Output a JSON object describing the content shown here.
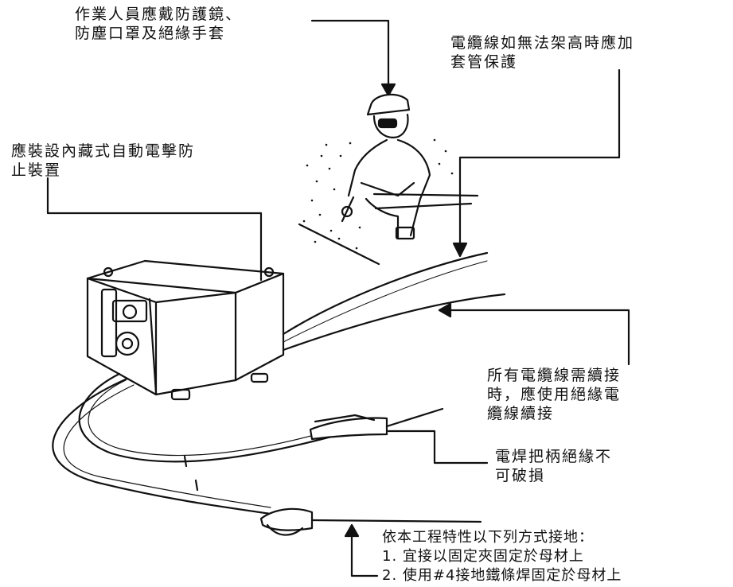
{
  "labels": {
    "goggles": {
      "line1": "作業人員應戴防護鏡、",
      "line2": "防塵口罩及絕緣手套"
    },
    "cable_sleeve": {
      "line1": "電纜線如無法架高時應加",
      "line2": "套管保護"
    },
    "shock_device": {
      "line1": "應裝設內藏式自動電擊防",
      "line2": "止裝置"
    },
    "cable_joint": {
      "line1": "所有電纜線需續接",
      "line2": "時，應使用絕緣電",
      "line3": "纜線續接"
    },
    "holder": {
      "line1": "電焊把柄絕緣不",
      "line2": "可破損"
    },
    "grounding": {
      "line1": "依本工程特性以下列方式接地：",
      "line2": "1. 宜接以固定夾固定於母材上",
      "line3": "2. 使用#4接地鐵條焊固定於母材上"
    }
  },
  "colors": {
    "ink": "#111111",
    "background": "#ffffff"
  }
}
